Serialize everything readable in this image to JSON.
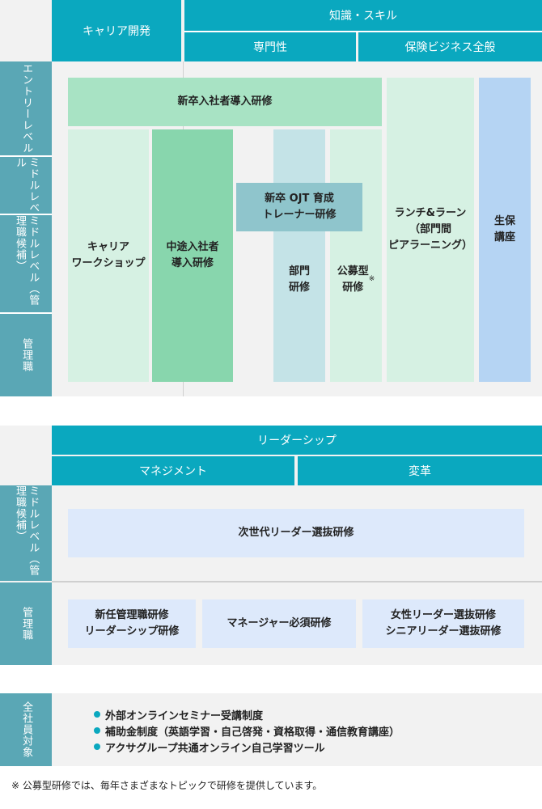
{
  "section1": {
    "header_career": "キャリア開発",
    "header_knowledge": "知識・スキル",
    "header_specialty": "専門性",
    "header_insurance": "保険ビジネス全般",
    "levels": [
      "エントリーレベル",
      "ミドルレベル",
      "ミドルレベル（管理職候補）",
      "管理職"
    ],
    "programs": {
      "new_grad": "新卒入社者導入研修",
      "career_workshop": "キャリア\nワークショップ",
      "midcareer": "中途入社者\n導入研修",
      "ojt": "新卒 OJT 育成\nトレーナー研修",
      "dept": "部門\n研修",
      "public": "公募型\n研修",
      "public_mark": "※",
      "lunch": "ランチ&ラーン\n（部門間\nピアラーニング）",
      "life": "生保\n講座"
    }
  },
  "section2": {
    "header_leadership": "リーダーシップ",
    "header_management": "マネジメント",
    "header_change": "変革",
    "levels": [
      "ミドルレベル（管理職候補）",
      "管理職"
    ],
    "programs": {
      "next_gen": "次世代リーダー選抜研修",
      "new_manager": "新任管理職研修\nリーダーシップ研修",
      "manager_required": "マネージャー必須研修",
      "women_senior": "女性リーダー選抜研修\nシニアリーダー選抜研修"
    }
  },
  "section3": {
    "label": "全社員対象",
    "items": [
      "外部オンラインセミナー受講制度",
      "補助金制度（英語学習・自己啓発・資格取得・通信教育講座）",
      "アクサグループ共通オンライン自己学習ツール"
    ]
  },
  "footnote": "※ 公募型研修では、毎年さまざまなトピックで研修を提供しています。",
  "colors": {
    "header": "#0aa8bf",
    "level": "#5aa7b5",
    "panel": "#f2f2f2"
  }
}
